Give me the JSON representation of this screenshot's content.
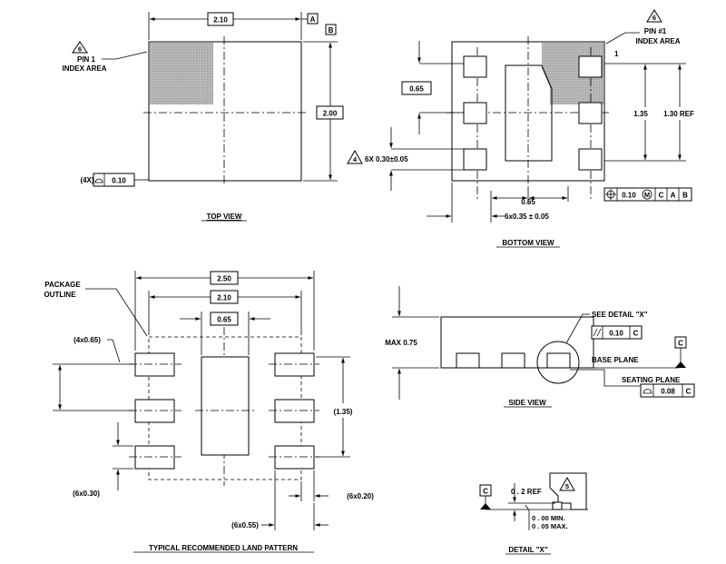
{
  "top_view": {
    "dim_width": "2.10",
    "dim_height": "2.00",
    "datum_a": "A",
    "datum_b": "B",
    "note_num": "6",
    "pin1_line1": "PIN 1",
    "pin1_line2": "INDEX AREA",
    "flat_count": "(4X)",
    "flat_tol": "0.10",
    "caption": "TOP VIEW"
  },
  "bottom_view": {
    "note_num": "6",
    "pin1_line1": "PIN #1",
    "pin1_line2": "INDEX AREA",
    "pin_one": "1",
    "dim_pitch_box": "0.65",
    "dim_135": "1.35",
    "dim_130ref": "1.30 REF",
    "note4_num": "4",
    "dim_lead_width": "6X 0.30±0.05",
    "dim_065_bottom": "0.65",
    "dim_lead_len": "6x0.35 ± 0.05",
    "fcf_tol": "0.10",
    "fcf_mod": "M",
    "fcf_datums": [
      "C",
      "A",
      "B"
    ],
    "caption": "BOTTOM VIEW"
  },
  "land_pattern": {
    "pkg_line1": "PACKAGE",
    "pkg_line2": "OUTLINE",
    "dim_250": "2.50",
    "dim_210": "2.10",
    "dim_065": "0.65",
    "dim_4x065": "(4x0.65)",
    "dim_135": "(1.35)",
    "dim_6x030": "(6x0.30)",
    "dim_6x020": "(6x0.20)",
    "dim_6x055": "(6x0.55)",
    "caption": "TYPICAL RECOMMENDED LAND PATTERN"
  },
  "side_view": {
    "see_detail": "SEE DETAIL \"X\"",
    "max_height": "MAX 0.75",
    "parallel_tol": "0.10",
    "parallel_datum": "C",
    "datum_c": "C",
    "base_plane": "BASE PLANE",
    "seating_plane": "SEATING PLANE",
    "flat_tol": "0.08",
    "flat_datum": "C",
    "caption": "SIDE VIEW"
  },
  "detail_x": {
    "datum_c": "C",
    "ref": "0 . 2 REF",
    "note_num": "5",
    "min": "0 . 00 MIN.",
    "max": "0 . 05 MAX.",
    "caption": "DETAIL \"X\""
  }
}
